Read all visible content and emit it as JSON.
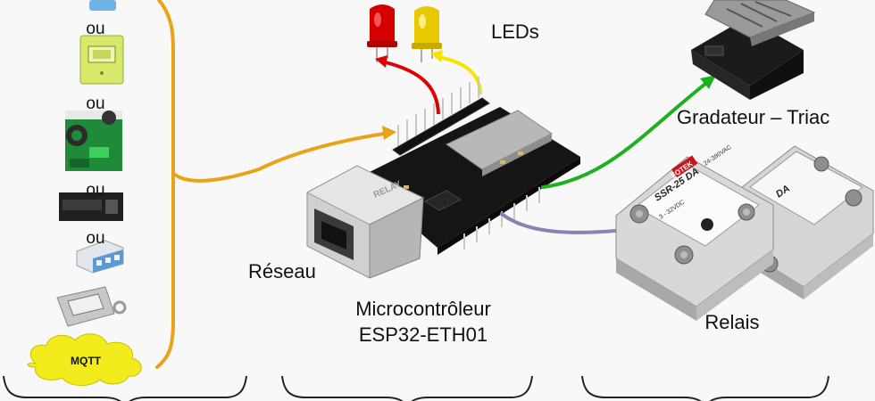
{
  "labels": {
    "leds": "LEDs",
    "gradateur": "Gradateur – Triac",
    "reseau": "Réseau",
    "micro_line1": "Microcontrôleur",
    "micro_line2": "ESP32-ETH01",
    "relais": "Relais",
    "mqtt": "MQTT"
  },
  "sources": {
    "separator": "ou",
    "separator_count": 4
  },
  "boards": {
    "esp_silk": "RELAY",
    "relay_brand": "FOTEK",
    "relay_model_a": "SSR-25 DA",
    "relay_model_b": "DA",
    "relay_input": "3 - 32VDC",
    "relay_output": "24-380VAC"
  },
  "colors": {
    "orange": "#e8a317",
    "red": "#e00000",
    "yellow": "#f5e400",
    "green": "#1db11d",
    "purple": "#8a82b5",
    "brace": "#222222",
    "mqtt_cloud": "#f2ec1c"
  }
}
